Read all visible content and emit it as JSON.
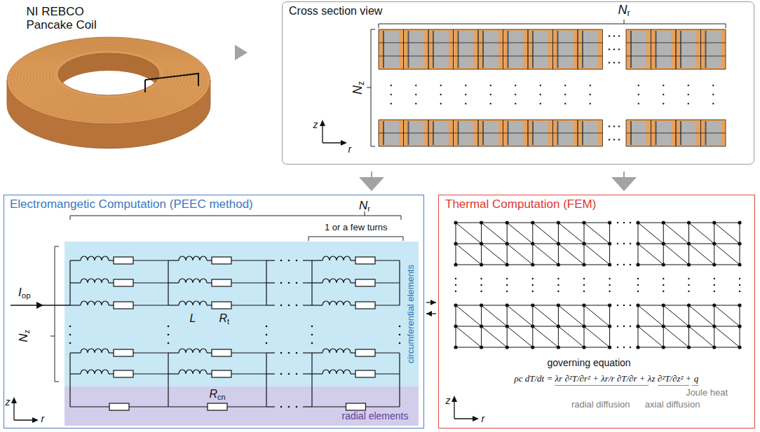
{
  "diagram": {
    "nodes": [
      {
        "text": [
          "Cross section view"
        ]
      },
      {
        "text": [
          "Electromangetic Computation (PEEC method)"
        ]
      },
      {
        "text": [
          "circumferential elements"
        ],
        "in": 1
      },
      {
        "text": [
          "radial elements"
        ],
        "in": 1
      },
      {
        "text": [
          "Thermal Computation (FEM)"
        ]
      }
    ],
    "edges": [
      {
        "from": 0,
        "to": 1,
        "arrow": "to"
      },
      {
        "from": 0,
        "to": 4,
        "arrow": "to"
      },
      {
        "from": 1,
        "to": 4,
        "arrow": "to"
      },
      {
        "from": 4,
        "to": 1,
        "arrow": "to"
      }
    ],
    "labels": [
      "NI REBCO Pancake Coil",
      "Nr",
      "Nz",
      "z",
      "r",
      "Nr",
      "1 or a few turns",
      "Iop",
      "Nz",
      "L",
      "Rt",
      "Rcn",
      "z",
      "r",
      "governing equation",
      "ρc dT/dt = λr ∂²T/∂r² + λr/r ∂T/∂r + λz ∂²T/∂z² + q",
      "radial diffusion",
      "axial diffusion",
      "Joule heat",
      "z",
      "r"
    ]
  }
}
